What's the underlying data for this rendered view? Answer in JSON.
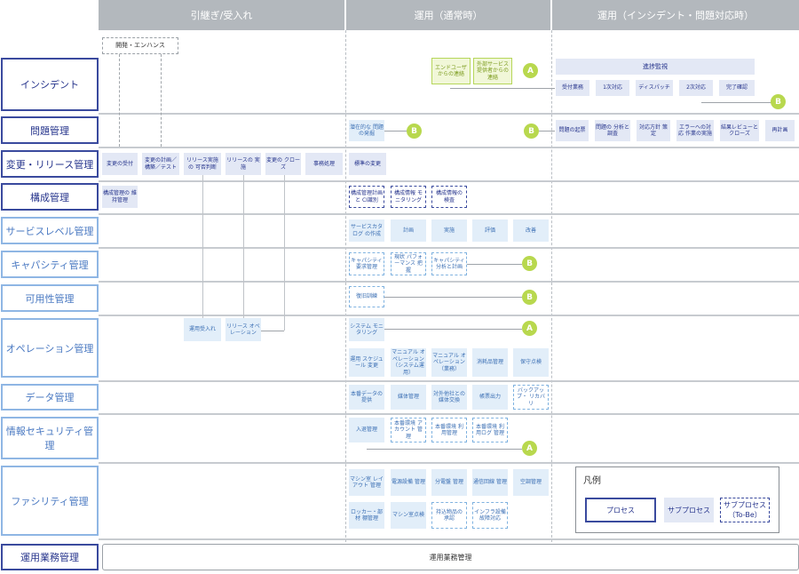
{
  "headers": {
    "handover": "引継ぎ/受入れ",
    "normal": "運用（通常時）",
    "incident": "運用（インシデント・問題対応時）"
  },
  "dev_box": "開発・エンハンス",
  "rows": [
    {
      "label": "インシデント",
      "style": "dark"
    },
    {
      "label": "問題管理",
      "style": "dark"
    },
    {
      "label": "変更・リリース管理",
      "style": "dark"
    },
    {
      "label": "構成管理",
      "style": "dark"
    },
    {
      "label": "サービスレベル管理",
      "style": "light"
    },
    {
      "label": "キャパシティ管理",
      "style": "light"
    },
    {
      "label": "可用性管理",
      "style": "light"
    },
    {
      "label": "オペレーション管理",
      "style": "light"
    },
    {
      "label": "データ管理",
      "style": "light"
    },
    {
      "label": "情報セキュリティ管理",
      "style": "light"
    },
    {
      "label": "ファシリティ管理",
      "style": "light"
    },
    {
      "label": "運用業務管理",
      "style": "dark"
    }
  ],
  "incident": {
    "enduser": "エンドユーザ からの連絡",
    "external": "外部サービス 提供者からの 連絡",
    "monitor": "進捗監視",
    "steps": [
      "受付業務",
      "1次対応",
      "ディスパッチ",
      "2次対応",
      "完了確認"
    ]
  },
  "problem": {
    "latent": "潜在的な 問題の発掘",
    "steps": [
      "問題の起票",
      "問題の 分析と調査",
      "対応方針 策定",
      "エラーへの対応 作業の実施",
      "結果レビューと クローズ",
      "再計画"
    ]
  },
  "change": {
    "handover": [
      "変更の受付",
      "変更の計画／ 構築／テスト",
      "リリース実施の 可否判断",
      "リリースの 実施",
      "変更の クローズ",
      "事務処理"
    ],
    "standard": "標準の変更"
  },
  "config": {
    "handover": "構成管理の 維持管理",
    "normal": [
      "構成管理計画と CI識別",
      "構成情報 モニタリング",
      "構成情報の 検査"
    ]
  },
  "sla": [
    "サービスカタログ の作成",
    "計画",
    "実施",
    "評価",
    "改善"
  ],
  "capacity": [
    "キャパシティ 要求管理",
    "現状 パフォーマンス 把握",
    "キャパシティ 分析と計画"
  ],
  "availability": [
    "復旧訓練"
  ],
  "operation": {
    "handover": [
      "運用受入れ",
      "リリース オペレーション"
    ],
    "monitor": "システム モニタリング",
    "normal": [
      "運用 スケジュール 変更",
      "マニュアル オペレーション （システム運用）",
      "マニュアル オペレーション （業務）",
      "消耗品管理",
      "保守点検"
    ]
  },
  "data": [
    "本番データの 提供",
    "媒体管理",
    "対外他社との 媒体交換",
    "帳票出力",
    "バックアップ・ リカバリ"
  ],
  "security": [
    "入退管理",
    "本番環境 アカウント 管理",
    "本番環境 利用管理",
    "本番環境 利用ログ 管理"
  ],
  "facility": {
    "row1": [
      "マシン室 レイアウト 管理",
      "電源設備 管理",
      "分電盤 管理",
      "通信回線 管理",
      "空調管理"
    ],
    "row2": [
      "ロッカー・部材 棚管理",
      "マシン室点検",
      "持込物品の 承認",
      "インフラ設備 故障対応"
    ]
  },
  "ops_mgmt": "運用業務管理",
  "legend": {
    "title": "凡例",
    "process": "プロセス",
    "subprocess": "サブプロセス",
    "tobe": "サブプロセス （To-Be）"
  },
  "markers": {
    "a": "A",
    "b": "B"
  },
  "colors": {
    "dark": "#3a4a9e",
    "light": "#8fb6e4",
    "green": "#b8d84e",
    "header": "#b3b8bd"
  }
}
